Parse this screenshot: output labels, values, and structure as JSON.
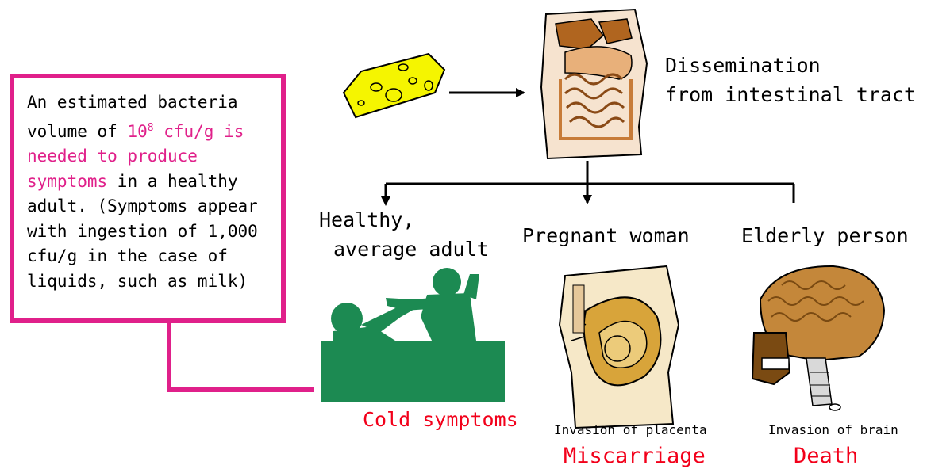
{
  "callout": {
    "line1": "An estimated bacteria",
    "line2_prefix": "volume of ",
    "line2_highlight": "10",
    "line2_sup": "8",
    "line2_highlight_b": " cfu/g is",
    "line3": "needed to produce",
    "line4_highlight": "symptoms",
    "line4_rest": " in a healthy",
    "line5": "adult. (Symptoms appear",
    "line6": "with ingestion of 1,000",
    "line7": "cfu/g in the case of",
    "line8": "liquids, such as milk)"
  },
  "top": {
    "dissemination_line1": "Dissemination",
    "dissemination_line2": "from intestinal tract"
  },
  "groups": {
    "adult_line1": "Healthy,",
    "adult_line2": "average adult",
    "pregnant": "Pregnant woman",
    "elderly": "Elderly person"
  },
  "outcomes": {
    "adult": "Cold symptoms",
    "pregnant_caption": "Invasion of placenta",
    "pregnant_result": "Miscarriage",
    "elderly_caption": "Invasion of brain",
    "elderly_result": "Death"
  },
  "colors": {
    "callout_border": "#e0208a",
    "highlight": "#e0208a",
    "outcome_red": "#f2001a",
    "silhouette_green": "#1c8a52",
    "cheese_yellow": "#f5f500"
  },
  "icons": [
    "cheese-icon",
    "intestine-icon",
    "people-silhouette-icon",
    "fetus-placenta-icon",
    "brain-skull-icon"
  ]
}
